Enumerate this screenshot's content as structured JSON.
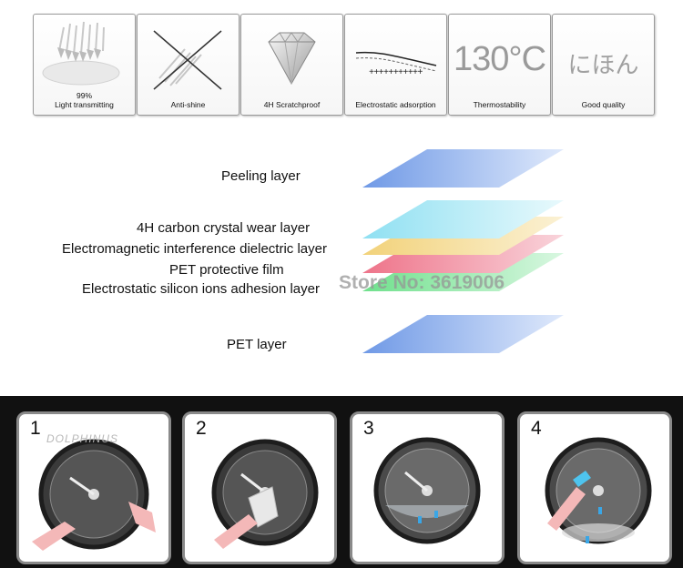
{
  "features": [
    {
      "label_line1": "99%",
      "label_line2": "Light transmitting",
      "icon": "light-transmit-icon"
    },
    {
      "label_line1": "",
      "label_line2": "Anti-shine",
      "icon": "anti-shine-icon"
    },
    {
      "label_line1": "",
      "label_line2": "4H Scratchproof",
      "icon": "diamond-icon"
    },
    {
      "label_line1": "",
      "label_line2": "Electrostatic adsorption",
      "icon": "electrostatic-icon",
      "symbols": "+++++++++++"
    },
    {
      "label_line1": "",
      "label_line2": "Thermostability",
      "icon": "temperature-icon",
      "value": "130°C"
    },
    {
      "label_line1": "",
      "label_line2": "Good quality",
      "icon": "japan-text-icon",
      "value": "にほん"
    }
  ],
  "layers": {
    "peeling": "Peeling layer",
    "wear": "4H carbon crystal wear layer",
    "emi": "Electromagnetic interference dielectric layer",
    "pet_protective": "PET protective film",
    "adhesion": "Electrostatic silicon ions adhesion layer",
    "pet": "PET layer"
  },
  "layer_colors": {
    "peeling": "#7ea6ea",
    "wear": "#9fe6f2",
    "emi": "#f6dc8c",
    "pet_protective": "#f08a9c",
    "adhesion": "#7fe39a",
    "pet": "#7ea6ea"
  },
  "watermark": "Store No: 3619006",
  "brand": "DOLPHINUS",
  "steps": [
    "1",
    "2",
    "3",
    "4"
  ]
}
